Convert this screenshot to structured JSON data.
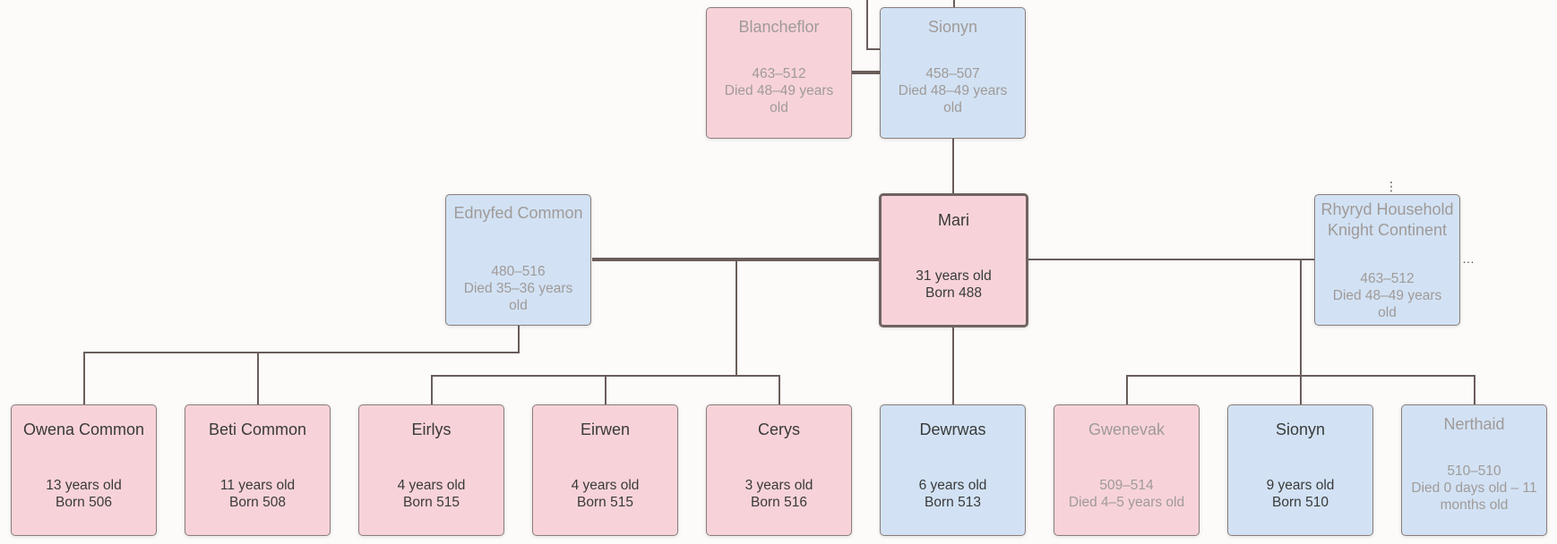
{
  "cards": {
    "blancheflor": {
      "name": "Blancheflor",
      "line1": "463–512",
      "line2": "Died 48–49 years",
      "line3": "old"
    },
    "sionyn_father": {
      "name": "Sionyn",
      "line1": "458–507",
      "line2": "Died 48–49 years",
      "line3": "old"
    },
    "ednyfed": {
      "name": "Ednyfed Common",
      "line1": "480–516",
      "line2": "Died 35–36 years",
      "line3": "old"
    },
    "mari": {
      "name": "Mari",
      "line1": "31 years old",
      "line2": "Born 488"
    },
    "rhyryd": {
      "name": "Rhyryd Household Knight Continent",
      "line1": "463–512",
      "line2": "Died 48–49 years",
      "line3": "old"
    },
    "owena": {
      "name": "Owena Common",
      "line1": "13 years old",
      "line2": "Born 506"
    },
    "beti": {
      "name": "Beti Common",
      "line1": "11 years old",
      "line2": "Born 508"
    },
    "eirlys": {
      "name": "Eirlys",
      "line1": "4 years old",
      "line2": "Born 515"
    },
    "eirwen": {
      "name": "Eirwen",
      "line1": "4 years old",
      "line2": "Born 515"
    },
    "cerys": {
      "name": "Cerys",
      "line1": "3 years old",
      "line2": "Born 516"
    },
    "dewrwas": {
      "name": "Dewrwas",
      "line1": "6 years old",
      "line2": "Born 513"
    },
    "gwenevak": {
      "name": "Gwenevak",
      "line1": "509–514",
      "line2": "Died 4–5 years old"
    },
    "sionyn_son": {
      "name": "Sionyn",
      "line1": "9 years old",
      "line2": "Born 510"
    },
    "nerthaid": {
      "name": "Nerthaid",
      "line1": "510–510",
      "line2": "Died 0 days old – 11",
      "line3": "months old"
    }
  },
  "indicators": {
    "more": "⋮",
    "more_h": "…"
  }
}
